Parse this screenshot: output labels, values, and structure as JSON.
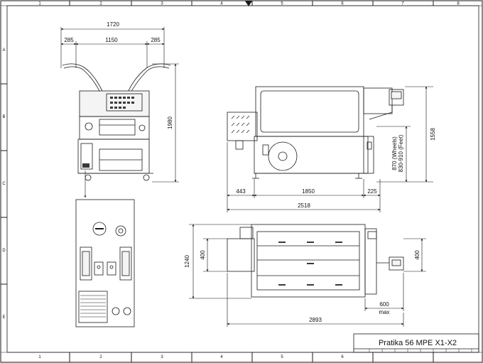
{
  "frame": {
    "columns": [
      "1",
      "2",
      "3",
      "4",
      "5",
      "6",
      "7",
      "8"
    ],
    "rows": [
      "A",
      "B",
      "C",
      "D",
      "E"
    ]
  },
  "dimensions": {
    "front_total_width": "1720",
    "front_left_offset": "285",
    "front_center_width": "1150",
    "front_right_offset": "285",
    "front_height": "1980",
    "side_left_offset": "443",
    "side_length": "1850",
    "side_right_offset": "225",
    "side_total_length": "2518",
    "side_total_height": "1558",
    "side_height_wheels": "870 (Wheels)",
    "side_height_feet": "830-910 (Feet)",
    "top_height": "1240",
    "top_left_depth": "400",
    "top_right_depth": "400",
    "top_console_offset": "600",
    "top_console_offset_unit": "max",
    "top_total_length": "2893"
  },
  "title_block": {
    "title": "Pratika 56 MPE X1-X2"
  },
  "colors": {
    "line": "#1a1a1a",
    "fill_light": "#f4f4f4",
    "fill_dark": "#3a3a3a"
  }
}
